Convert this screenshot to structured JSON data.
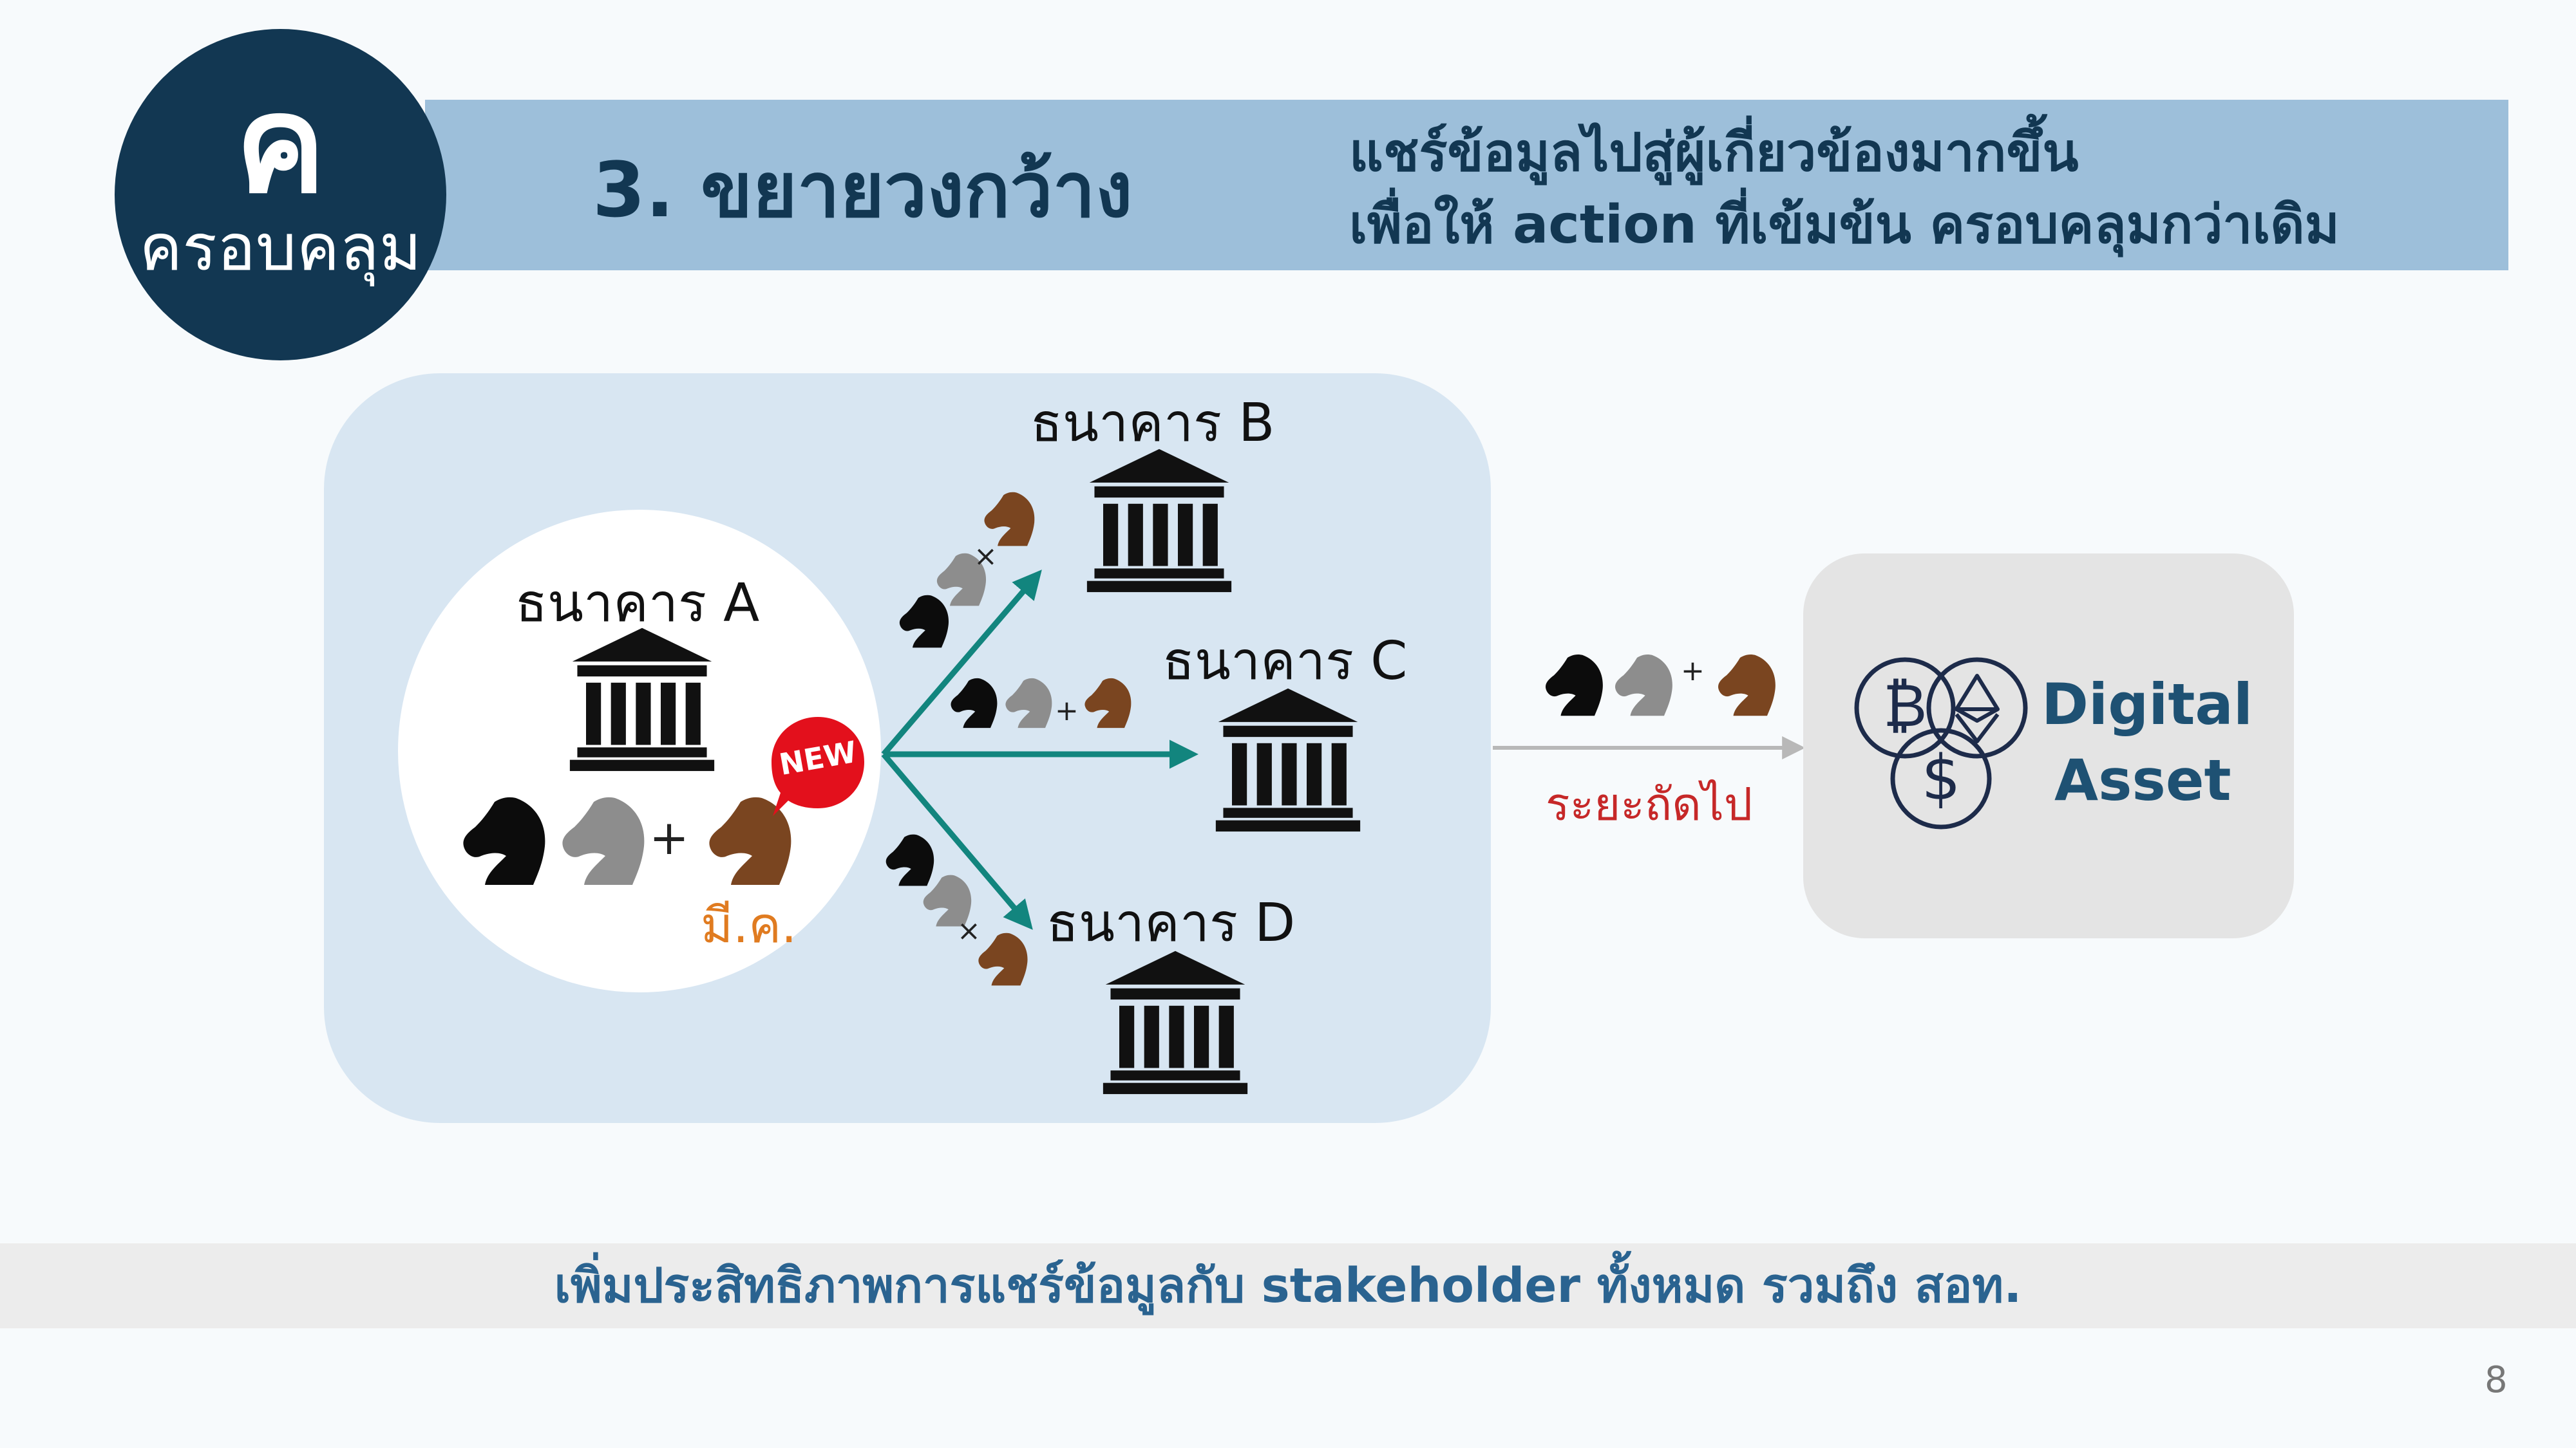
{
  "badge": {
    "letter": "ค",
    "label": "ครอบคลุม"
  },
  "header": {
    "title": "3. ขยายวงกว้าง",
    "description_line1": "แชร์ข้อมูลไปสู่ผู้เกี่ยวข้องมากขึ้น",
    "description_line2": "เพื่อให้ action ที่เข้มข้น ครอบคลุมกว่าเดิม"
  },
  "diagram": {
    "bank_a": "ธนาคาร A",
    "bank_b": "ธนาคาร B",
    "bank_c": "ธนาคาร C",
    "bank_d": "ธนาคาร D",
    "new_badge": "NEW",
    "plus": "+",
    "times": "×",
    "source_label": "มี.ค.",
    "next_step": "ระยะถัดไป",
    "digital_asset_line1": "Digital",
    "digital_asset_line2": "Asset"
  },
  "icons": [
    "bank-icon",
    "horse-icon",
    "bitcoin-icon",
    "ethereum-icon",
    "dollar-icon"
  ],
  "colors": {
    "navy": "#123752",
    "header_bar": "#9dbfda",
    "panel": "#d8e6f2",
    "arrow": "#12857e",
    "new_badge": "#e3101c",
    "horse_black": "#0c0c0c",
    "horse_gray": "#8d8d8d",
    "horse_brown": "#7a4520",
    "next_step_text": "#c62828",
    "month_label": "#e07b20",
    "footer_text": "#2a6390"
  },
  "footer": {
    "text": "เพิ่มประสิทธิภาพการแชร์ข้อมูลกับ stakeholder ทั้งหมด รวมถึง สอท."
  },
  "page": {
    "number": "8"
  }
}
